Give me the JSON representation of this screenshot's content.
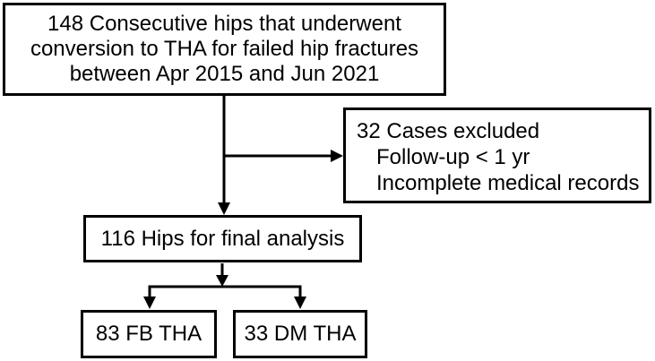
{
  "diagram": {
    "type": "flowchart",
    "colors": {
      "border": "#000000",
      "background": "#ffffff",
      "text": "#000000"
    },
    "nodes": {
      "initial": {
        "lines": [
          "148 Consecutive hips that underwent",
          "conversion to THA for failed hip fractures",
          "between Apr 2015 and Jun 2021"
        ]
      },
      "excluded": {
        "title": "32 Cases excluded",
        "reasons": [
          "Follow-up < 1 yr",
          "Incomplete medical records"
        ]
      },
      "final": {
        "label": "116 Hips for final analysis"
      },
      "fb": {
        "label": "83 FB THA"
      },
      "dm": {
        "label": "33 DM THA"
      }
    }
  }
}
